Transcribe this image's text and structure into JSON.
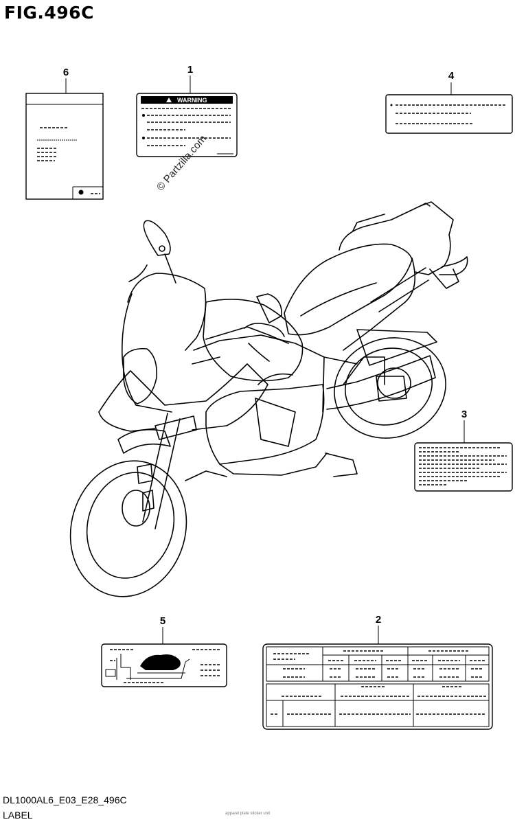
{
  "figure": {
    "title": "FIG.496C",
    "code": "DL1000AL6_E03_E28_496C",
    "name": "LABEL",
    "watermark": "© Partzilla.com"
  },
  "labels": [
    {
      "ref": "1",
      "heading": "WARNING"
    },
    {
      "ref": "2"
    },
    {
      "ref": "3"
    },
    {
      "ref": "4"
    },
    {
      "ref": "5"
    },
    {
      "ref": "6"
    }
  ],
  "footnote": "apparel plate sticker unit"
}
